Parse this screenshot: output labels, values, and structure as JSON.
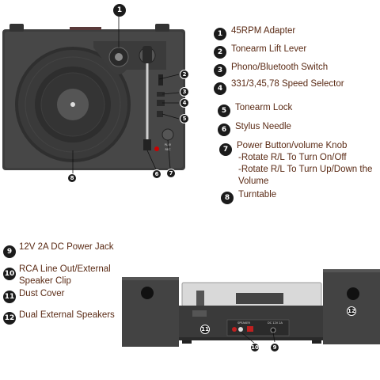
{
  "colors": {
    "label_text": "#5a2a14",
    "badge_bg": "#1b1b1b",
    "wood_dark": "#3b3b3b",
    "wood_mid": "#4a4a4a"
  },
  "callouts": [
    {
      "num": "1",
      "text": "45RPM Adapter"
    },
    {
      "num": "2",
      "text": "Tonearm Lift Lever"
    },
    {
      "num": "3",
      "text": "Phono/Bluetooth Switch"
    },
    {
      "num": "4",
      "text": "331/3,45,78 Speed Selector"
    },
    {
      "num": "5",
      "text": "Tonearm Lock"
    },
    {
      "num": "6",
      "text": "Stylus Needle"
    },
    {
      "num": "7",
      "text": "Power Button/volume Knob",
      "lines": [
        "-Rotate R/L To Turn On/Off",
        "-Rotate R/L To Turn Up/Down the Volume"
      ]
    },
    {
      "num": "8",
      "text": "Turntable"
    },
    {
      "num": "9",
      "text": "12V 2A DC Power Jack"
    },
    {
      "num": "10",
      "text": "RCA Line Out/External Speaker Clip"
    },
    {
      "num": "11",
      "text": "Dust Cover"
    },
    {
      "num": "12",
      "text": "Dual External Speakers"
    }
  ],
  "device_labels": {
    "play_label": "PLAY",
    "rec_label": "REC",
    "speaker_port_label": "SPEAKER",
    "dc_label": "DC 12V 2A"
  }
}
